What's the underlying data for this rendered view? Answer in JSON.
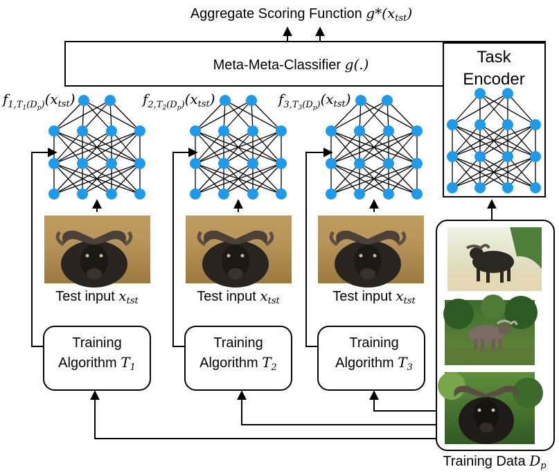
{
  "top_output": {
    "prefix": "Aggregate Scoring Function ",
    "func": "g",
    "star": "*(",
    "arg": "x",
    "arg_sub": "tst",
    "close": ")"
  },
  "meta_classifier": {
    "prefix": "Meta-Meta-Classifier ",
    "func": "g",
    "args": "(.)"
  },
  "task_encoder": {
    "line1": "Task",
    "line2": "Encoder"
  },
  "branches": [
    {
      "f_label": {
        "f": "f",
        "sub_pre": "1,",
        "T": "T",
        "T_sub": "1",
        "paren": "(D",
        "p": "p",
        "close": ")",
        "x": "x",
        "x_sub": "tst"
      },
      "test_input": {
        "text": "Test input ",
        "x": "x",
        "sub": "tst"
      },
      "algorithm": {
        "line1": "Training",
        "line2": "Algorithm ",
        "T": "T",
        "T_sub": "1"
      }
    },
    {
      "f_label": {
        "f": "f",
        "sub_pre": "2,",
        "T": "T",
        "T_sub": "2",
        "paren": "(D",
        "p": "p",
        "close": ")",
        "x": "x",
        "x_sub": "tst"
      },
      "test_input": {
        "text": "Test input ",
        "x": "x",
        "sub": "tst"
      },
      "algorithm": {
        "line1": "Training",
        "line2": "Algorithm ",
        "T": "T",
        "T_sub": "2"
      }
    },
    {
      "f_label": {
        "f": "f",
        "sub_pre": "3,",
        "T": "T",
        "T_sub": "3",
        "paren": "(D",
        "p": "p",
        "close": ")",
        "x": "x",
        "x_sub": "tst"
      },
      "test_input": {
        "text": "Test input ",
        "x": "x",
        "sub": "tst"
      },
      "algorithm": {
        "line1": "Training",
        "line2": "Algorithm ",
        "T": "T",
        "T_sub": "3"
      }
    }
  ],
  "training_data": {
    "text": "Training Data ",
    "D": "D",
    "sub": "p"
  },
  "colors": {
    "node": "#1a9bf0",
    "line": "#000000",
    "sky": "#ffffff"
  }
}
